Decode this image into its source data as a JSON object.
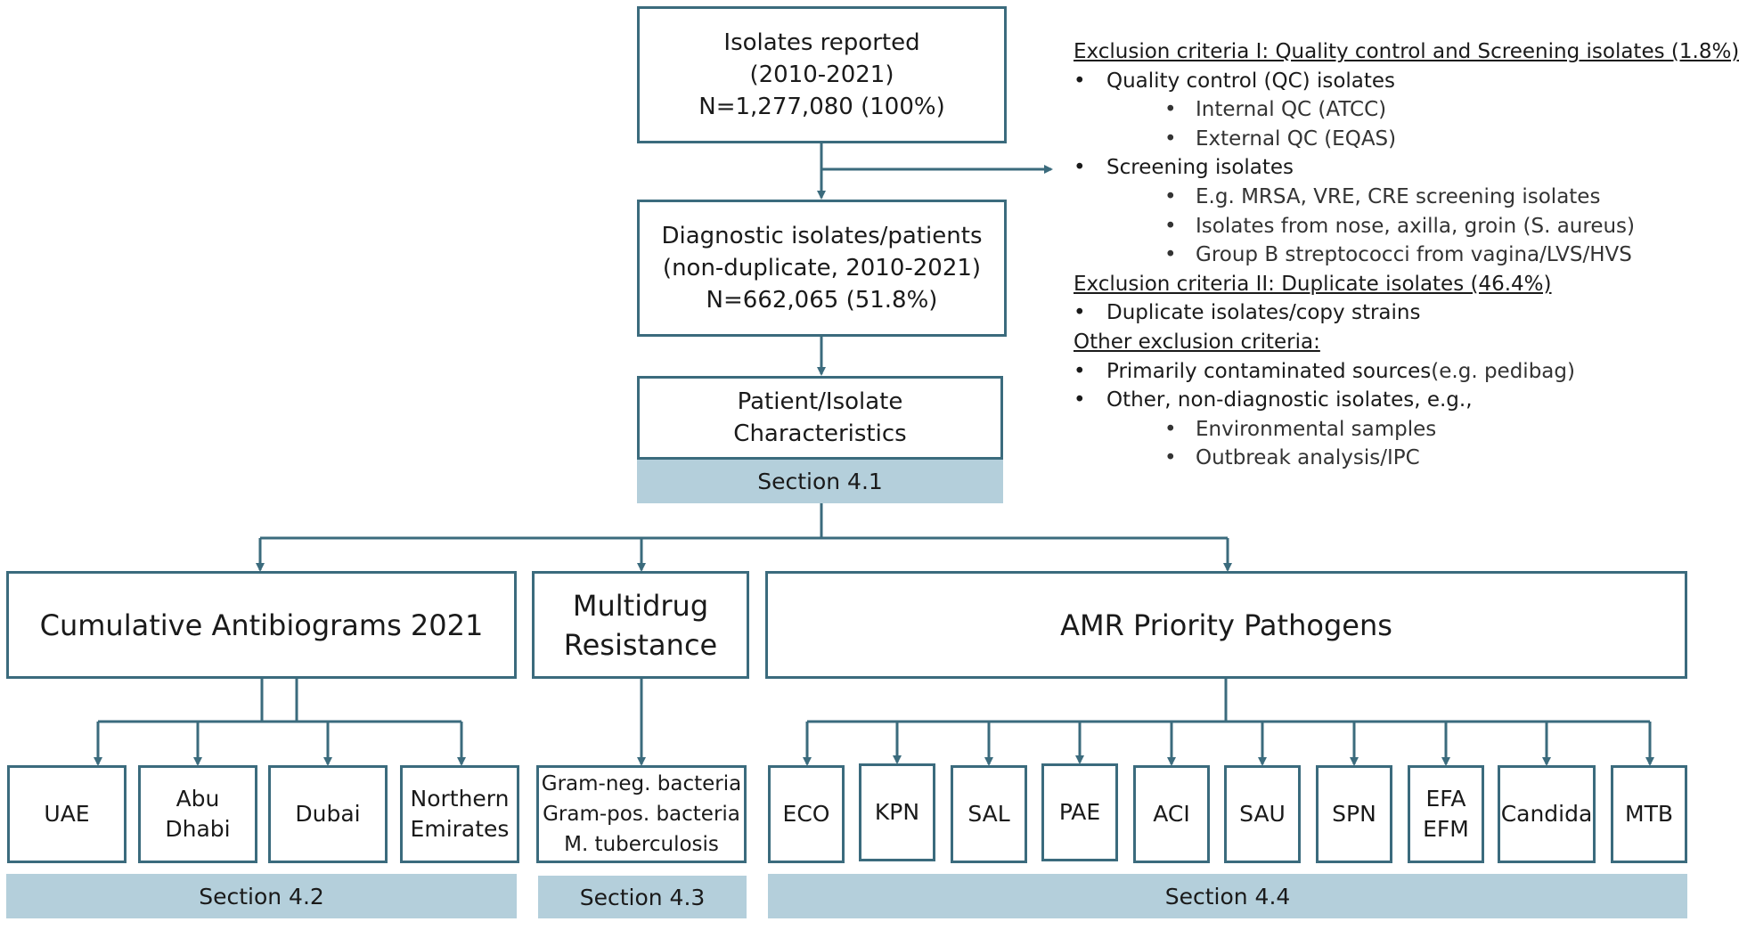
{
  "top_box": {
    "line1": "Isolates reported",
    "line2": "(2010-2021)",
    "line3": "N=1,277,080  (100%)"
  },
  "diag_box": {
    "line1": "Diagnostic isolates/patients",
    "line2": "(non-duplicate, 2010-2021)",
    "line3": "N=662,065  (51.8%)"
  },
  "char_box": {
    "line1": "Patient/Isolate",
    "line2": "Characteristics",
    "section": "Section 4.1"
  },
  "exclusion": {
    "h1": "Exclusion criteria I: Quality control and Screening isolates (1.8%)",
    "qc": "Quality control (QC) isolates",
    "qc_internal": "Internal QC (ATCC)",
    "qc_external": "External QC (EQAS)",
    "screening": "Screening isolates",
    "scr_1": "E.g. MRSA, VRE, CRE screening isolates",
    "scr_2": "Isolates from nose, axilla,  groin (S. aureus)",
    "scr_3": "Group B streptococci from vagina/LVS/HVS",
    "h2": "Exclusion criteria II: Duplicate isolates  (46.4%)",
    "dup": "Duplicate isolates/copy strains",
    "h3": "Other exclusion criteria:",
    "contam": "Primarily contaminated sources",
    "contam_eg": "(e.g. pedibag)",
    "other": "Other, non-diagnostic isolates, e.g.,",
    "env": "Environmental samples",
    "outbreak": "Outbreak analysis/IPC"
  },
  "antibiograms": {
    "title": "Cumulative Antibiograms 2021",
    "section": "Section 4.2",
    "regions": [
      "UAE",
      "Abu Dhabi",
      "Dubai",
      "Northern Emirates"
    ]
  },
  "mdr": {
    "line1": "Multidrug",
    "line2": "Resistance",
    "section": "Section 4.3",
    "items": [
      "Gram-neg. bacteria",
      "Gram-pos. bacteria",
      "M. tuberculosis"
    ]
  },
  "amr": {
    "title": "AMR Priority Pathogens",
    "section": "Section 4.4",
    "pathogens": [
      "ECO",
      "KPN",
      "SAL",
      "PAE",
      "ACI",
      "SAU",
      "SPN",
      "EFA EFM",
      "Candida",
      "MTB"
    ]
  },
  "colors": {
    "border": "#3b6b7d",
    "band": "#b4cfdb"
  }
}
